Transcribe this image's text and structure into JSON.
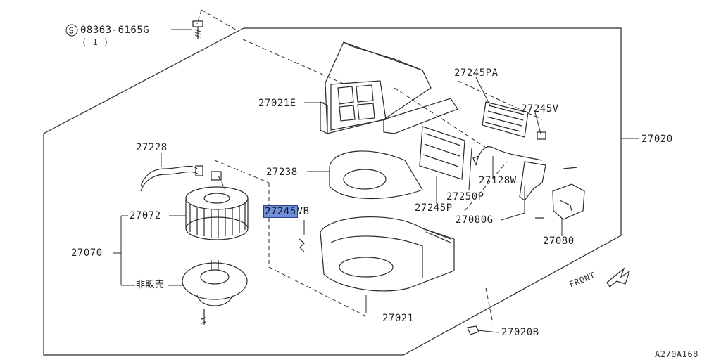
{
  "diagram": {
    "bolt_part": "08363-6165G",
    "bolt_qty": "( 1 )",
    "labels": {
      "p27245PA": "27245PA",
      "p27021E": "27021E",
      "p27245V": "27245V",
      "p27020": "27020",
      "p27228": "27228",
      "p27238": "27238",
      "p27128W": "27128W",
      "p27250P": "27250P",
      "p27245VB_hl": "27245",
      "p27245VB_rest": "VB",
      "p27245P": "27245P",
      "p27072": "27072",
      "p27080G": "27080G",
      "p27080": "27080",
      "p27070": "27070",
      "not_for_sale": "非販売",
      "p27021": "27021",
      "p27020B": "27020B",
      "front": "FRONT",
      "drawing_code": "A270A168"
    }
  }
}
